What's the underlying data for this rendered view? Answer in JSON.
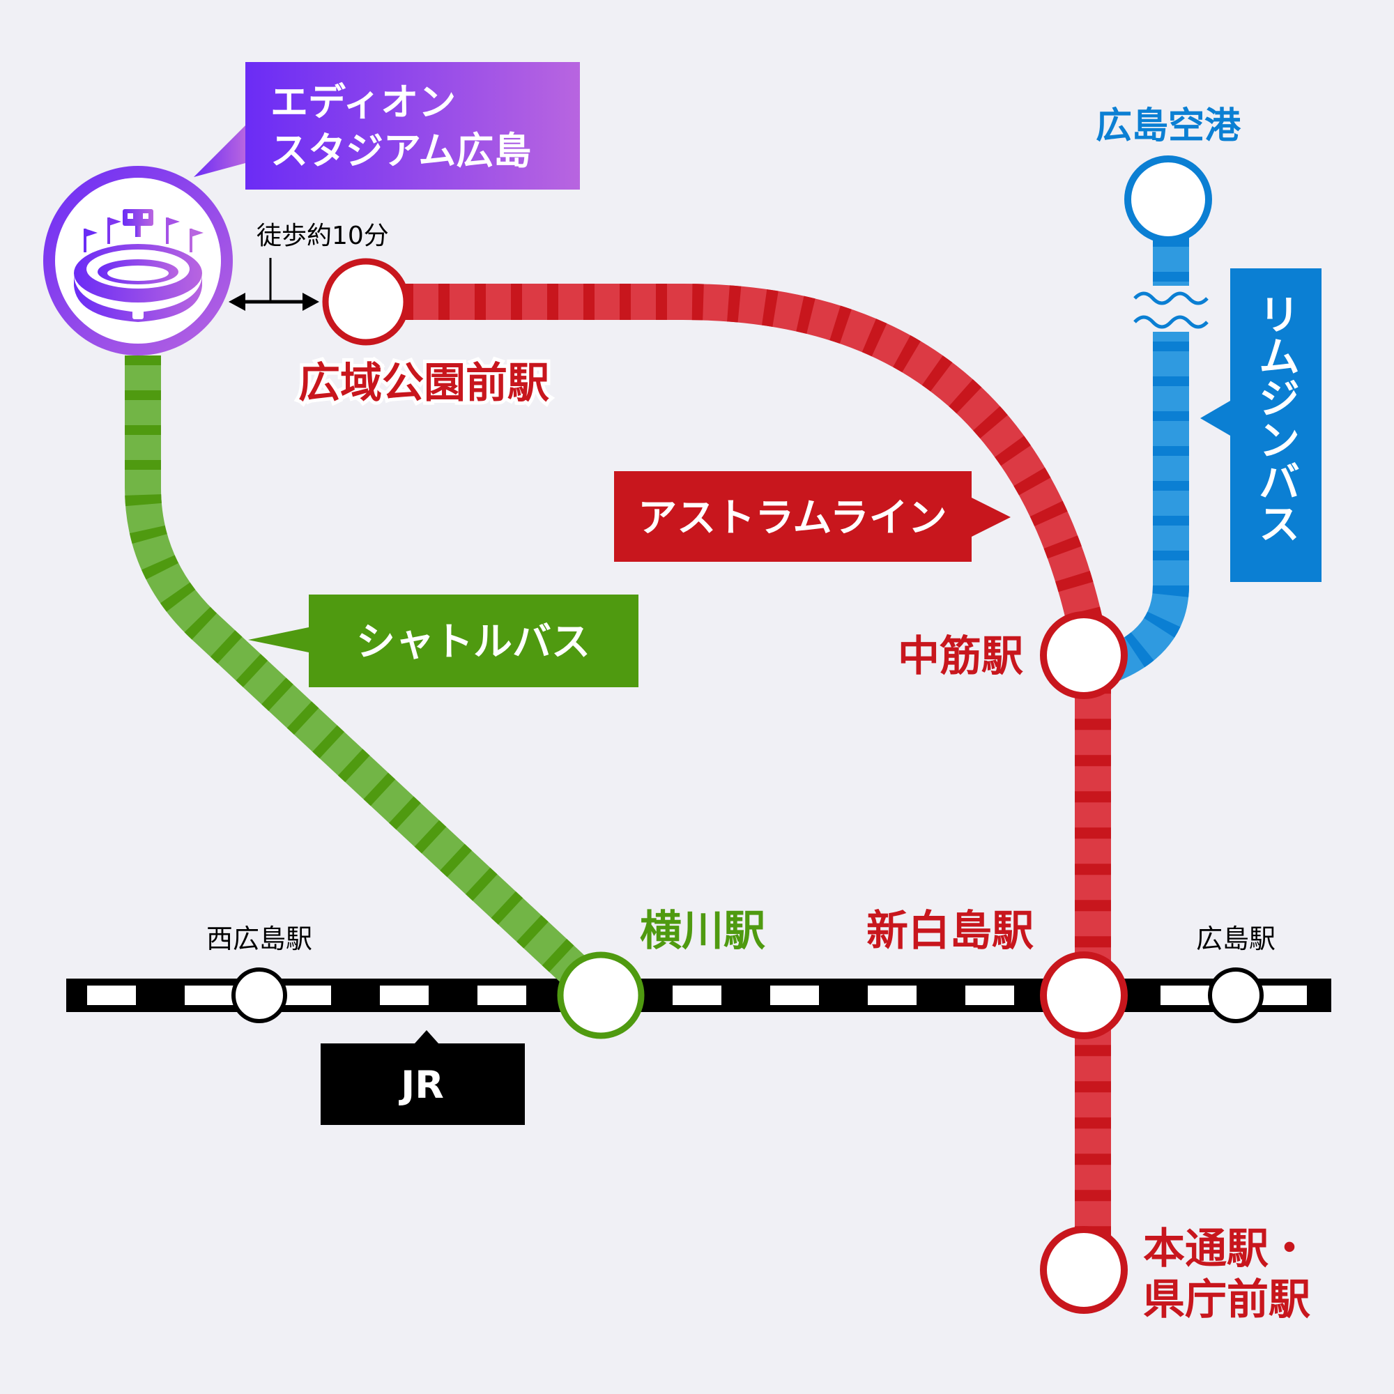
{
  "venue": {
    "name_line1": "エディオン",
    "name_line2": "スタジアム広島",
    "icon": "stadium-icon"
  },
  "walk": {
    "label": "徒歩約10分"
  },
  "lines": {
    "astram": {
      "label": "アストラムライン",
      "color": "#c8161d",
      "light_color": "#dc3a44"
    },
    "shuttle": {
      "label": "シャトルバス",
      "color": "#4f9a10",
      "light_color": "#72b546"
    },
    "limousine": {
      "label": "リムジンバス",
      "color": "#0b7fd3",
      "light_color": "#2f9ae0"
    },
    "jr": {
      "label": "JR",
      "color": "#000000"
    }
  },
  "stations": {
    "koiki": "広域公園前駅",
    "nakasuji": "中筋駅",
    "shinhakushima": "新白島駅",
    "hondori_line1": "本通駅・",
    "hondori_line2": "県庁前駅",
    "yokogawa": "横川駅",
    "nishi_hiroshima": "西広島駅",
    "hiroshima": "広島駅",
    "airport": "広島空港"
  },
  "colors": {
    "background": "#f0f0f5",
    "venue_gradient_start": "#6b2cf5",
    "venue_gradient_end": "#b865e0"
  }
}
